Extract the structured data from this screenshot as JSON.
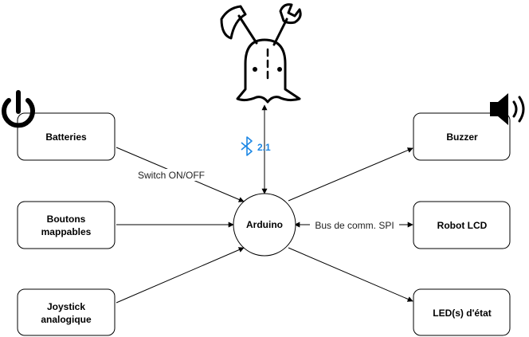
{
  "diagram": {
    "nodes": {
      "batteries": "Batteries",
      "boutons": [
        "Boutons",
        "mappables"
      ],
      "joystick": [
        "Joystick",
        "analogique"
      ],
      "arduino": "Arduino",
      "buzzer": "Buzzer",
      "robot_lcd": "Robot LCD",
      "leds": "LED(s) d'état"
    },
    "edge_labels": {
      "switch": "Switch ON/OFF",
      "spi": "Bus de comm. SPI",
      "bluetooth_version": "2.1"
    },
    "icons": {
      "power": "power-icon",
      "speaker": "speaker-icon",
      "bluetooth": "bluetooth-icon",
      "mascot": "robot-mascot-icon",
      "axe": "axe-icon",
      "wrench": "wrench-icon"
    },
    "colors": {
      "bluetooth": "#1e88e5",
      "stroke": "#000000"
    }
  }
}
